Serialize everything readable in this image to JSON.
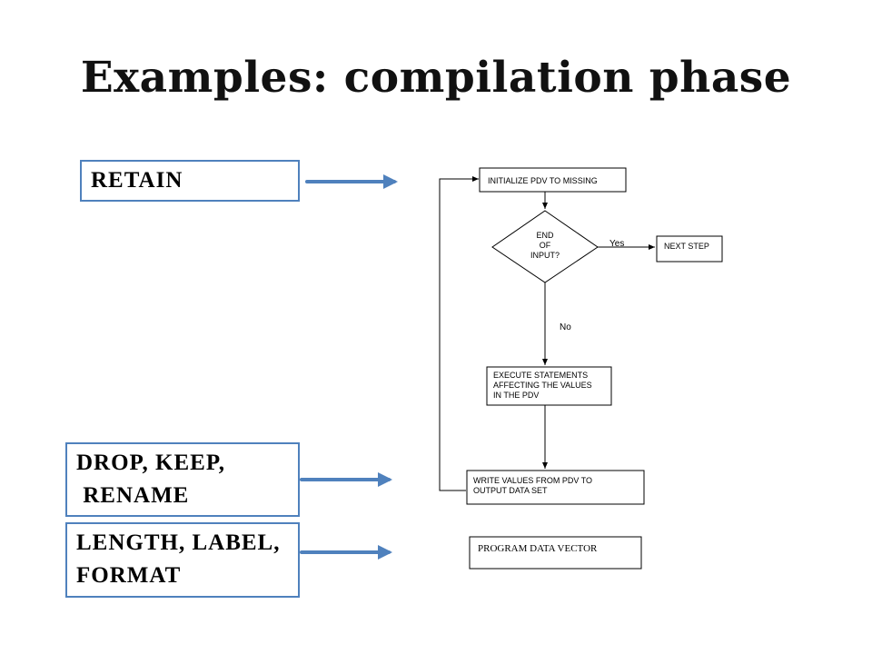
{
  "title": "Examples: compilation phase",
  "callouts": {
    "retain": [
      "RETAIN"
    ],
    "drop_keep_rename": [
      "DROP, KEEP,",
      " RENAME"
    ],
    "length_label_format": [
      "LENGTH, LABEL,",
      "FORMAT"
    ]
  },
  "flowchart": {
    "init": "INITIALIZE PDV TO MISSING",
    "decision": [
      "END",
      "OF",
      "INPUT?"
    ],
    "yes_label": "Yes",
    "no_label": "No",
    "next_step": "NEXT STEP",
    "execute": [
      "EXECUTE STATEMENTS",
      "AFFECTING THE VALUES",
      "IN THE PDV"
    ],
    "write": [
      "WRITE VALUES FROM PDV TO",
      "OUTPUT DATA SET"
    ]
  },
  "pdv_box": "PROGRAM DATA VECTOR",
  "colors": {
    "callout_border": "#4f81bd",
    "arrow": "#4f81bd"
  }
}
